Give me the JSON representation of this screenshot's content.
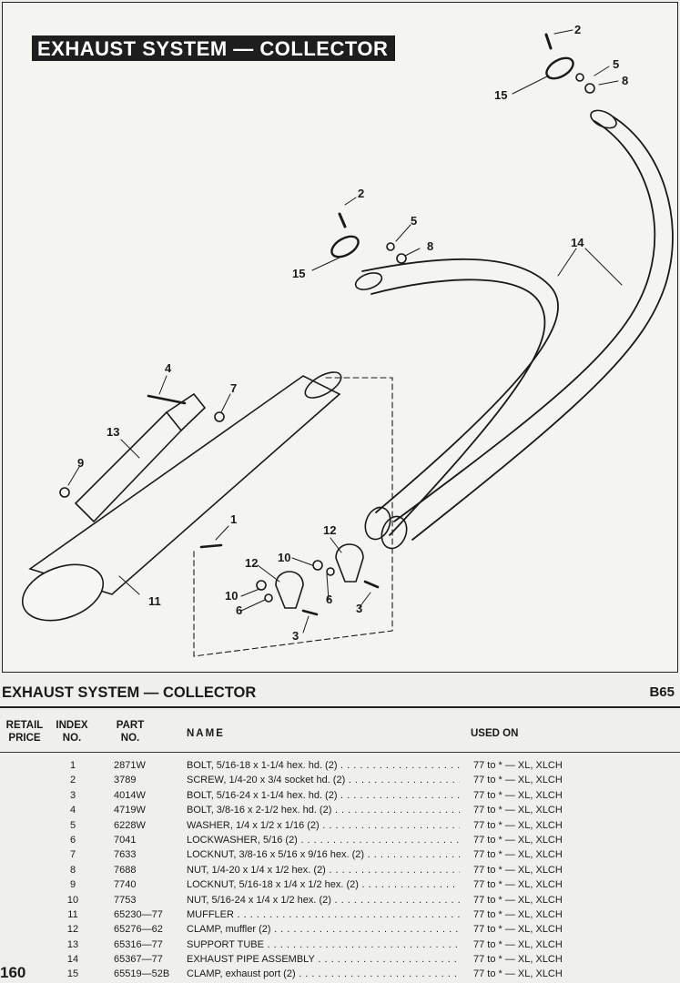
{
  "diagram": {
    "banner": "EXHAUST SYSTEM — COLLECTOR",
    "callouts": {
      "c2a": "2",
      "c5a": "5",
      "c8a": "8",
      "c15a": "15",
      "c2b": "2",
      "c5b": "5",
      "c8b": "8",
      "c15b": "15",
      "c14": "14",
      "c4": "4",
      "c7": "7",
      "c13": "13",
      "c9": "9",
      "c1": "1",
      "c11": "11",
      "c12a": "12",
      "c12b": "12",
      "c10a": "10",
      "c10b": "10",
      "c6a": "6",
      "c6b": "6",
      "c3a": "3",
      "c3b": "3"
    }
  },
  "section": {
    "title": "EXHAUST SYSTEM — COLLECTOR",
    "code": "B65"
  },
  "table": {
    "headers": {
      "retail": "RETAIL\nPRICE",
      "index": "INDEX\nNO.",
      "part": "PART\nNO.",
      "name": "NAME",
      "used_on": "USED ON"
    },
    "rows": [
      {
        "index": "1",
        "part": "2871W",
        "name": "BOLT, 5/16-18 x 1-1/4 hex. hd. (2)",
        "used_on": "77 to * — XL, XLCH"
      },
      {
        "index": "2",
        "part": "3789",
        "name": "SCREW, 1/4-20 x 3/4 socket hd. (2)",
        "used_on": "77 to * — XL, XLCH"
      },
      {
        "index": "3",
        "part": "4014W",
        "name": "BOLT, 5/16-24 x 1-1/4 hex. hd. (2)",
        "used_on": "77 to * — XL, XLCH"
      },
      {
        "index": "4",
        "part": "4719W",
        "name": "BOLT, 3/8-16 x 2-1/2 hex. hd. (2)",
        "used_on": "77 to * — XL, XLCH"
      },
      {
        "index": "5",
        "part": "6228W",
        "name": "WASHER, 1/4 x 1/2 x 1/16 (2)",
        "used_on": "77 to * — XL, XLCH"
      },
      {
        "index": "6",
        "part": "7041",
        "name": "LOCKWASHER, 5/16 (2)",
        "used_on": "77 to * — XL, XLCH"
      },
      {
        "index": "7",
        "part": "7633",
        "name": "LOCKNUT, 3/8-16 x 5/16 x 9/16 hex. (2)",
        "used_on": "77 to * — XL, XLCH"
      },
      {
        "index": "8",
        "part": "7688",
        "name": "NUT, 1/4-20 x 1/4 x 1/2 hex. (2)",
        "used_on": "77 to * — XL, XLCH"
      },
      {
        "index": "9",
        "part": "7740",
        "name": "LOCKNUT, 5/16-18 x 1/4 x 1/2 hex. (2)",
        "used_on": "77 to * — XL, XLCH"
      },
      {
        "index": "10",
        "part": "7753",
        "name": "NUT, 5/16-24 x 1/4 x 1/2 hex. (2)",
        "used_on": "77 to * — XL, XLCH"
      },
      {
        "index": "11",
        "part": "65230—77",
        "name": "MUFFLER",
        "used_on": "77 to * — XL, XLCH"
      },
      {
        "index": "12",
        "part": "65276—62",
        "name": "CLAMP, muffler (2)",
        "used_on": "77 to * — XL, XLCH"
      },
      {
        "index": "13",
        "part": "65316—77",
        "name": "SUPPORT TUBE",
        "used_on": "77 to * — XL, XLCH"
      },
      {
        "index": "14",
        "part": "65367—77",
        "name": "EXHAUST PIPE ASSEMBLY",
        "used_on": "77 to * — XL, XLCH"
      },
      {
        "index": "15",
        "part": "65519—52B",
        "name": "CLAMP, exhaust port (2)",
        "used_on": "77 to * — XL, XLCH"
      }
    ]
  },
  "page_number": "160"
}
